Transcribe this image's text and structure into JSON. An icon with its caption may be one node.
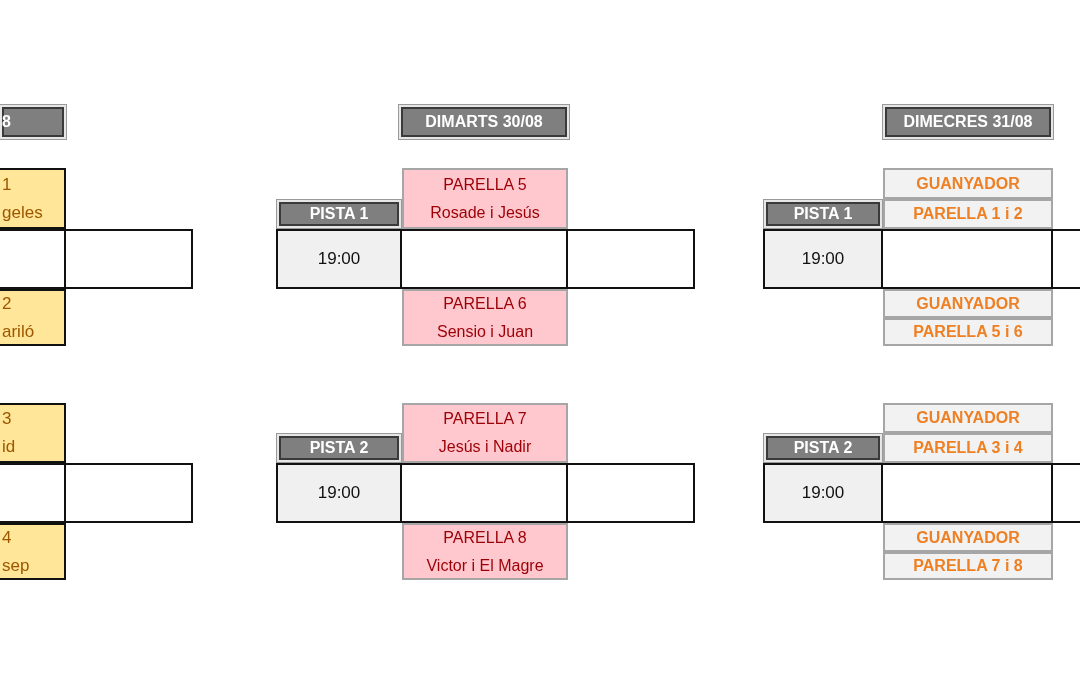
{
  "diagram": {
    "nodes": [
      {
        "text": [
          "8"
        ]
      },
      {
        "text": [
          "1",
          "geles"
        ]
      },
      {
        "text": [],
        "shape": "box"
      },
      {
        "text": [],
        "shape": "box"
      },
      {
        "text": [
          "2",
          "ariló"
        ]
      },
      {
        "text": [
          "3",
          "id"
        ]
      },
      {
        "text": [],
        "shape": "box"
      },
      {
        "text": [],
        "shape": "box"
      },
      {
        "text": [
          "4",
          "sep"
        ]
      },
      {
        "text": [
          "DIMARTS 30/08"
        ]
      },
      {
        "text": [
          "PARELLA 5",
          "Rosade i Jesús"
        ]
      },
      {
        "text": [
          "PISTA 1"
        ]
      },
      {
        "text": [
          "19:00"
        ]
      },
      {
        "text": [],
        "shape": "box"
      },
      {
        "text": [],
        "shape": "box"
      },
      {
        "text": [
          "PARELLA 6",
          "Sensio i Juan"
        ]
      },
      {
        "text": [
          "PARELLA 7",
          "Jesús i Nadir"
        ]
      },
      {
        "text": [
          "PISTA 2"
        ]
      },
      {
        "text": [
          "19:00"
        ]
      },
      {
        "text": [],
        "shape": "box"
      },
      {
        "text": [],
        "shape": "box"
      },
      {
        "text": [
          "PARELLA 8",
          "Victor i El Magre"
        ]
      },
      {
        "text": [
          "DIMECRES 31/08"
        ]
      },
      {
        "text": [
          "GUANYADOR"
        ]
      },
      {
        "text": [
          "PISTA 1"
        ]
      },
      {
        "text": [
          "PARELLA 1 i 2"
        ]
      },
      {
        "text": [
          "19:00"
        ]
      },
      {
        "text": [],
        "shape": "box"
      },
      {
        "text": [],
        "shape": "box"
      },
      {
        "text": [
          "GUANYADOR"
        ]
      },
      {
        "text": [
          "PARELLA 5 i 6"
        ]
      },
      {
        "text": [
          "GUANYADOR"
        ]
      },
      {
        "text": [
          "PISTA 2"
        ]
      },
      {
        "text": [
          "PARELLA 3 i 4"
        ]
      },
      {
        "text": [
          "19:00"
        ]
      },
      {
        "text": [],
        "shape": "box"
      },
      {
        "text": [],
        "shape": "box"
      },
      {
        "text": [
          "GUANYADOR"
        ]
      },
      {
        "text": [
          "PARELLA 7 i 8"
        ]
      }
    ]
  }
}
